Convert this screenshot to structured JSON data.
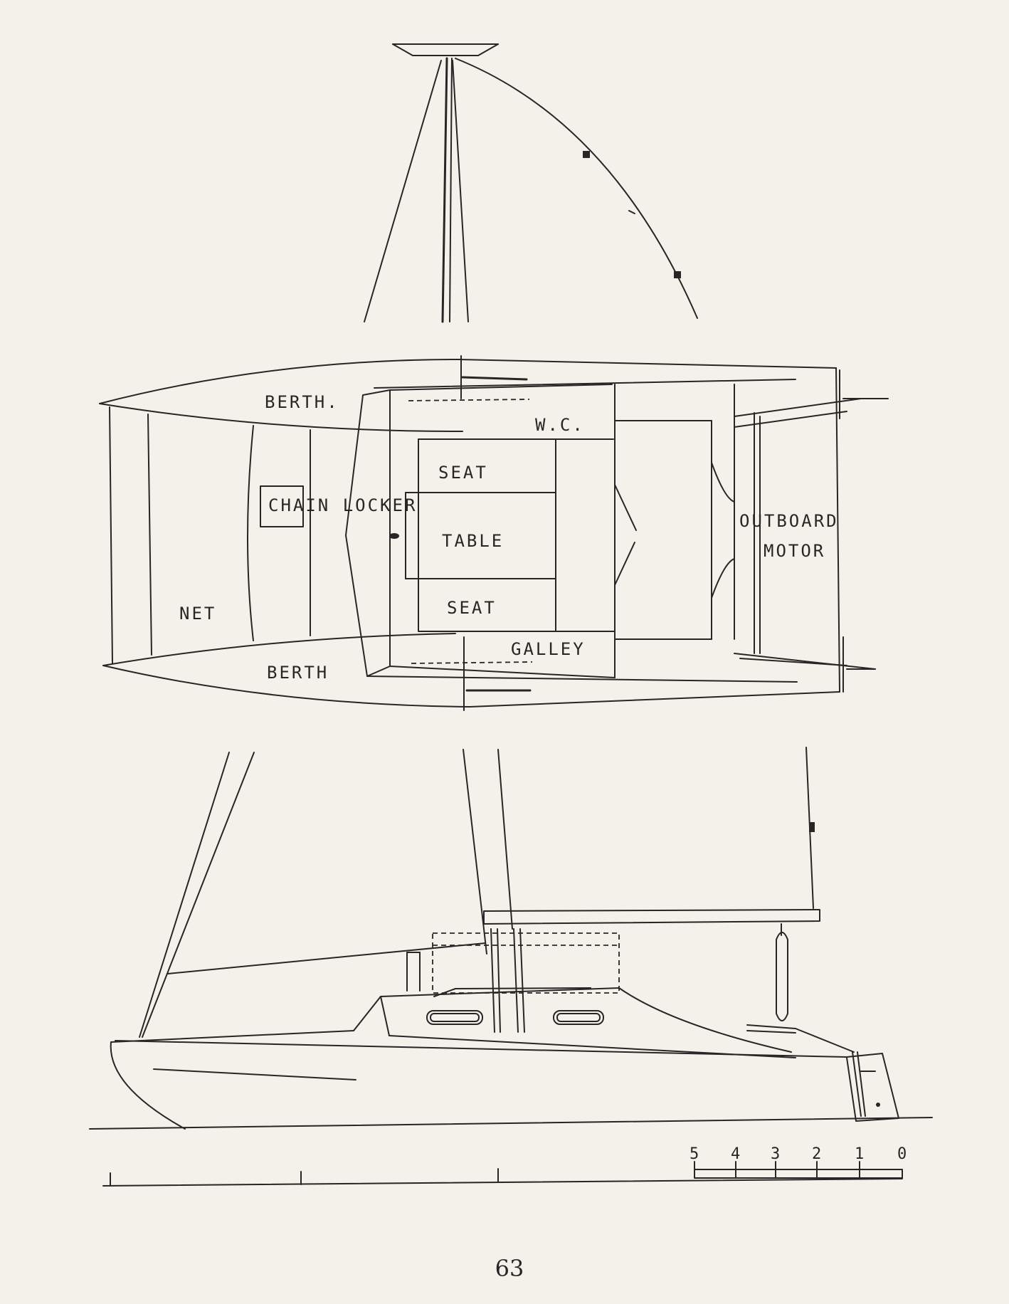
{
  "plan_labels": {
    "berth_top": "BERTH.",
    "berth_bottom": "BERTH",
    "wc": "W.C.",
    "seat_top": "SEAT",
    "table": "TABLE",
    "seat_bottom": "SEAT",
    "galley": "GALLEY",
    "chain_locker": "CHAIN LOCKER",
    "net": "NET",
    "outboard": "OUTBOARD",
    "motor": "MOTOR"
  },
  "scale_bar": {
    "tick_labels": [
      "5",
      "4",
      "3",
      "2",
      "1",
      "0"
    ]
  },
  "page_number": "63"
}
